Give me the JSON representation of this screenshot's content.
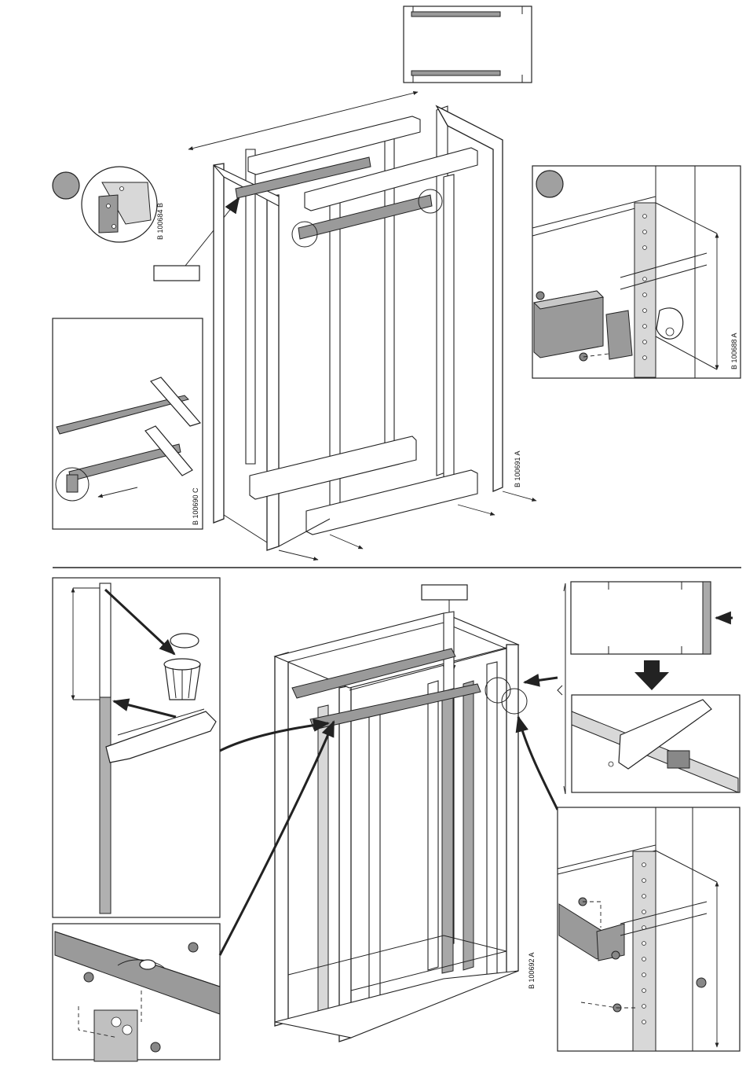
{
  "figure_refs": {
    "top_left_detail": "B 100684 B",
    "top_right_detail": "B 100688 A",
    "left_inset_saw": "B 100690 C",
    "main_top": "B 100691 A",
    "main_bottom": "B 100692 A"
  }
}
